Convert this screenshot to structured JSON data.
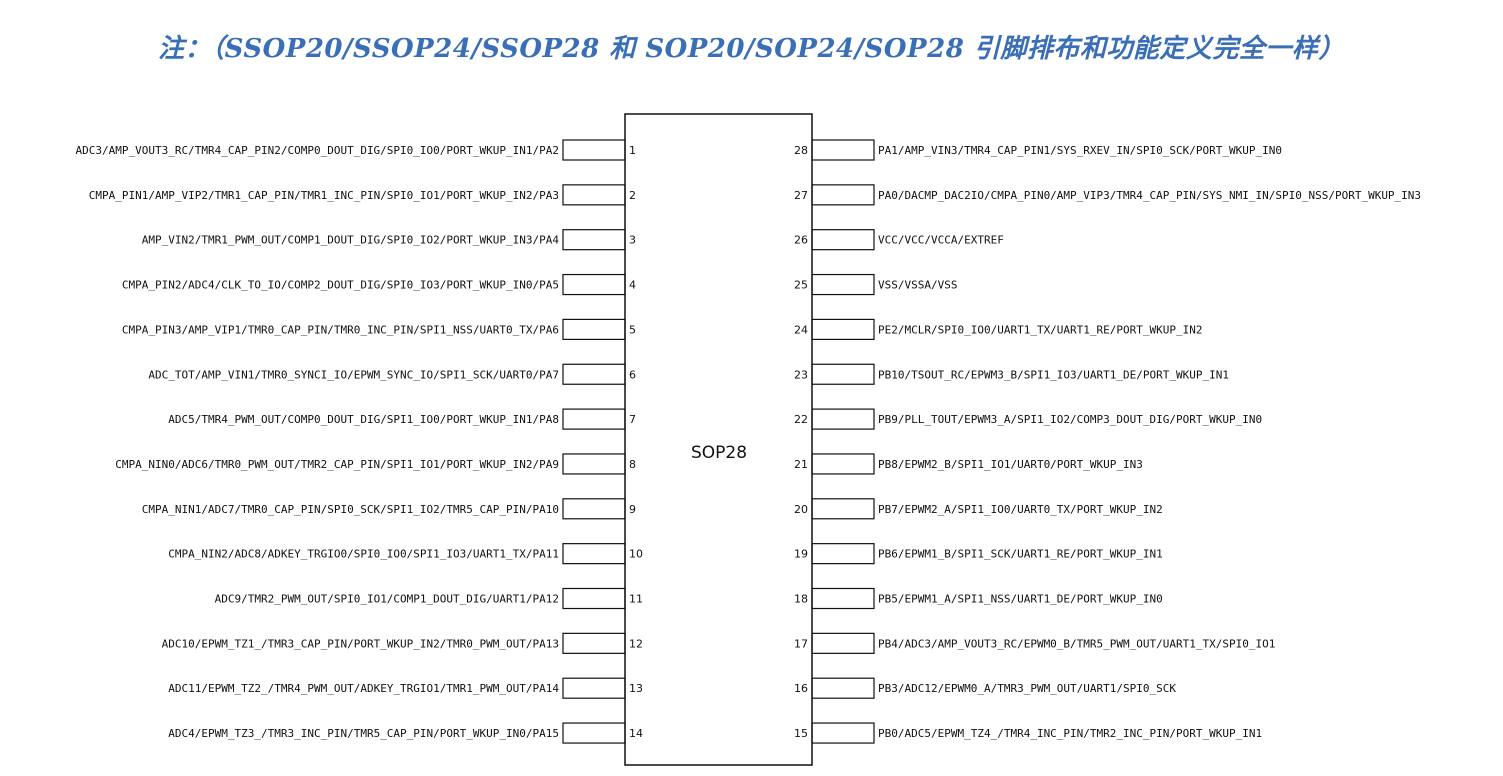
{
  "title": "注：（SSOP20/SSOP24/SSOP28  和 SOP20/SOP24/SOP28  引脚排布和功能定义完全一样）",
  "chip_name": "SOP28",
  "colors": {
    "title": "#3a6fb7",
    "line": "#111111"
  },
  "left_pins": [
    {
      "num": "1",
      "label": "ADC3/AMP_VOUT3_RC/TMR4_CAP_PIN2/COMP0_DOUT_DIG/SPI0_IO0/PORT_WKUP_IN1/PA2"
    },
    {
      "num": "2",
      "label": "CMPA_PIN1/AMP_VIP2/TMR1_CAP_PIN/TMR1_INC_PIN/SPI0_IO1/PORT_WKUP_IN2/PA3"
    },
    {
      "num": "3",
      "label": "AMP_VIN2/TMR1_PWM_OUT/COMP1_DOUT_DIG/SPI0_IO2/PORT_WKUP_IN3/PA4"
    },
    {
      "num": "4",
      "label": "CMPA_PIN2/ADC4/CLK_TO_IO/COMP2_DOUT_DIG/SPI0_IO3/PORT_WKUP_IN0/PA5"
    },
    {
      "num": "5",
      "label": "CMPA_PIN3/AMP_VIP1/TMR0_CAP_PIN/TMR0_INC_PIN/SPI1_NSS/UART0_TX/PA6"
    },
    {
      "num": "6",
      "label": "ADC_TOT/AMP_VIN1/TMR0_SYNCI_IO/EPWM_SYNC_IO/SPI1_SCK/UART0/PA7"
    },
    {
      "num": "7",
      "label": "ADC5/TMR4_PWM_OUT/COMP0_DOUT_DIG/SPI1_IO0/PORT_WKUP_IN1/PA8"
    },
    {
      "num": "8",
      "label": "CMPA_NIN0/ADC6/TMR0_PWM_OUT/TMR2_CAP_PIN/SPI1_IO1/PORT_WKUP_IN2/PA9"
    },
    {
      "num": "9",
      "label": "CMPA_NIN1/ADC7/TMR0_CAP_PIN/SPI0_SCK/SPI1_IO2/TMR5_CAP_PIN/PA10"
    },
    {
      "num": "10",
      "label": "CMPA_NIN2/ADC8/ADKEY_TRGIO0/SPI0_IO0/SPI1_IO3/UART1_TX/PA11"
    },
    {
      "num": "11",
      "label": "ADC9/TMR2_PWM_OUT/SPI0_IO1/COMP1_DOUT_DIG/UART1/PA12"
    },
    {
      "num": "12",
      "label": "ADC10/EPWM_TZ1_/TMR3_CAP_PIN/PORT_WKUP_IN2/TMR0_PWM_OUT/PA13"
    },
    {
      "num": "13",
      "label": "ADC11/EPWM_TZ2_/TMR4_PWM_OUT/ADKEY_TRGIO1/TMR1_PWM_OUT/PA14"
    },
    {
      "num": "14",
      "label": "ADC4/EPWM_TZ3_/TMR3_INC_PIN/TMR5_CAP_PIN/PORT_WKUP_IN0/PA15"
    }
  ],
  "right_pins": [
    {
      "num": "28",
      "label": "PA1/AMP_VIN3/TMR4_CAP_PIN1/SYS_RXEV_IN/SPI0_SCK/PORT_WKUP_IN0"
    },
    {
      "num": "27",
      "label": "PA0/DACMP_DAC2IO/CMPA_PIN0/AMP_VIP3/TMR4_CAP_PIN/SYS_NMI_IN/SPI0_NSS/PORT_WKUP_IN3"
    },
    {
      "num": "26",
      "label": "VCC/VCC/VCCA/EXTREF"
    },
    {
      "num": "25",
      "label": "VSS/VSSA/VSS"
    },
    {
      "num": "24",
      "label": "PE2/MCLR/SPI0_IO0/UART1_TX/UART1_RE/PORT_WKUP_IN2"
    },
    {
      "num": "23",
      "label": "PB10/TSOUT_RC/EPWM3_B/SPI1_IO3/UART1_DE/PORT_WKUP_IN1"
    },
    {
      "num": "22",
      "label": "PB9/PLL_TOUT/EPWM3_A/SPI1_IO2/COMP3_DOUT_DIG/PORT_WKUP_IN0"
    },
    {
      "num": "21",
      "label": "PB8/EPWM2_B/SPI1_IO1/UART0/PORT_WKUP_IN3"
    },
    {
      "num": "20",
      "label": "PB7/EPWM2_A/SPI1_IO0/UART0_TX/PORT_WKUP_IN2"
    },
    {
      "num": "19",
      "label": "PB6/EPWM1_B/SPI1_SCK/UART1_RE/PORT_WKUP_IN1"
    },
    {
      "num": "18",
      "label": "PB5/EPWM1_A/SPI1_NSS/UART1_DE/PORT_WKUP_IN0"
    },
    {
      "num": "17",
      "label": "PB4/ADC3/AMP_VOUT3_RC/EPWM0_B/TMR5_PWM_OUT/UART1_TX/SPI0_IO1"
    },
    {
      "num": "16",
      "label": "PB3/ADC12/EPWM0_A/TMR3_PWM_OUT/UART1/SPI0_SCK"
    },
    {
      "num": "15",
      "label": "PB0/ADC5/EPWM_TZ4_/TMR4_INC_PIN/TMR2_INC_PIN/PORT_WKUP_IN1"
    }
  ]
}
